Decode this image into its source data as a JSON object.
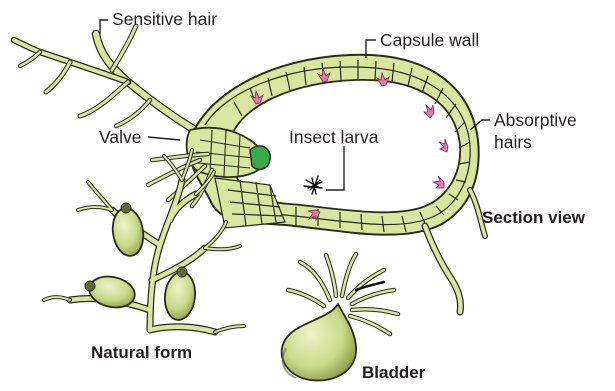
{
  "labels": {
    "sensitive_hair": "Sensitive hair",
    "capsule_wall": "Capsule wall",
    "valve": "Valve",
    "insect_larva": "Insect larva",
    "absorptive_hairs_line1": "Absorptive",
    "absorptive_hairs_line2": "hairs",
    "section_view": "Section view",
    "natural_form": "Natural form",
    "bladder": "Bladder"
  },
  "colors": {
    "plant_fill": "#d8e6a0",
    "plant_stroke": "#2b2b1a",
    "hair_pink": "#e17aa8",
    "valve_green": "#3ba94a",
    "bladder_dark": "#5e6b2c"
  }
}
